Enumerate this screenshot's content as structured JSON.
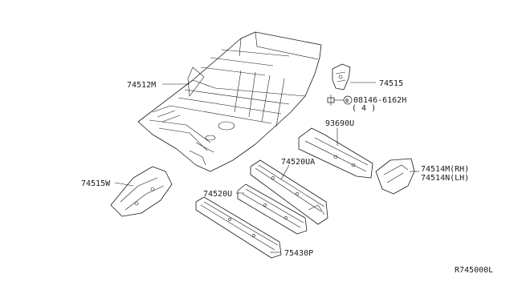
{
  "labels": {
    "floor_main": "74512M",
    "bracket": "74515",
    "bolt": "08146-6162H",
    "bolt_qty": "( 4 )",
    "bolt_symbol": "B",
    "cross_member": "93690U",
    "rail_upper": "74520UA",
    "rail_lower": "74520U",
    "side_extension": "74515W",
    "side_plate_rh": "74514M(RH)",
    "side_plate_lh": "74514N(LH)",
    "sill": "75430P",
    "diagram_code": "R745000L"
  }
}
